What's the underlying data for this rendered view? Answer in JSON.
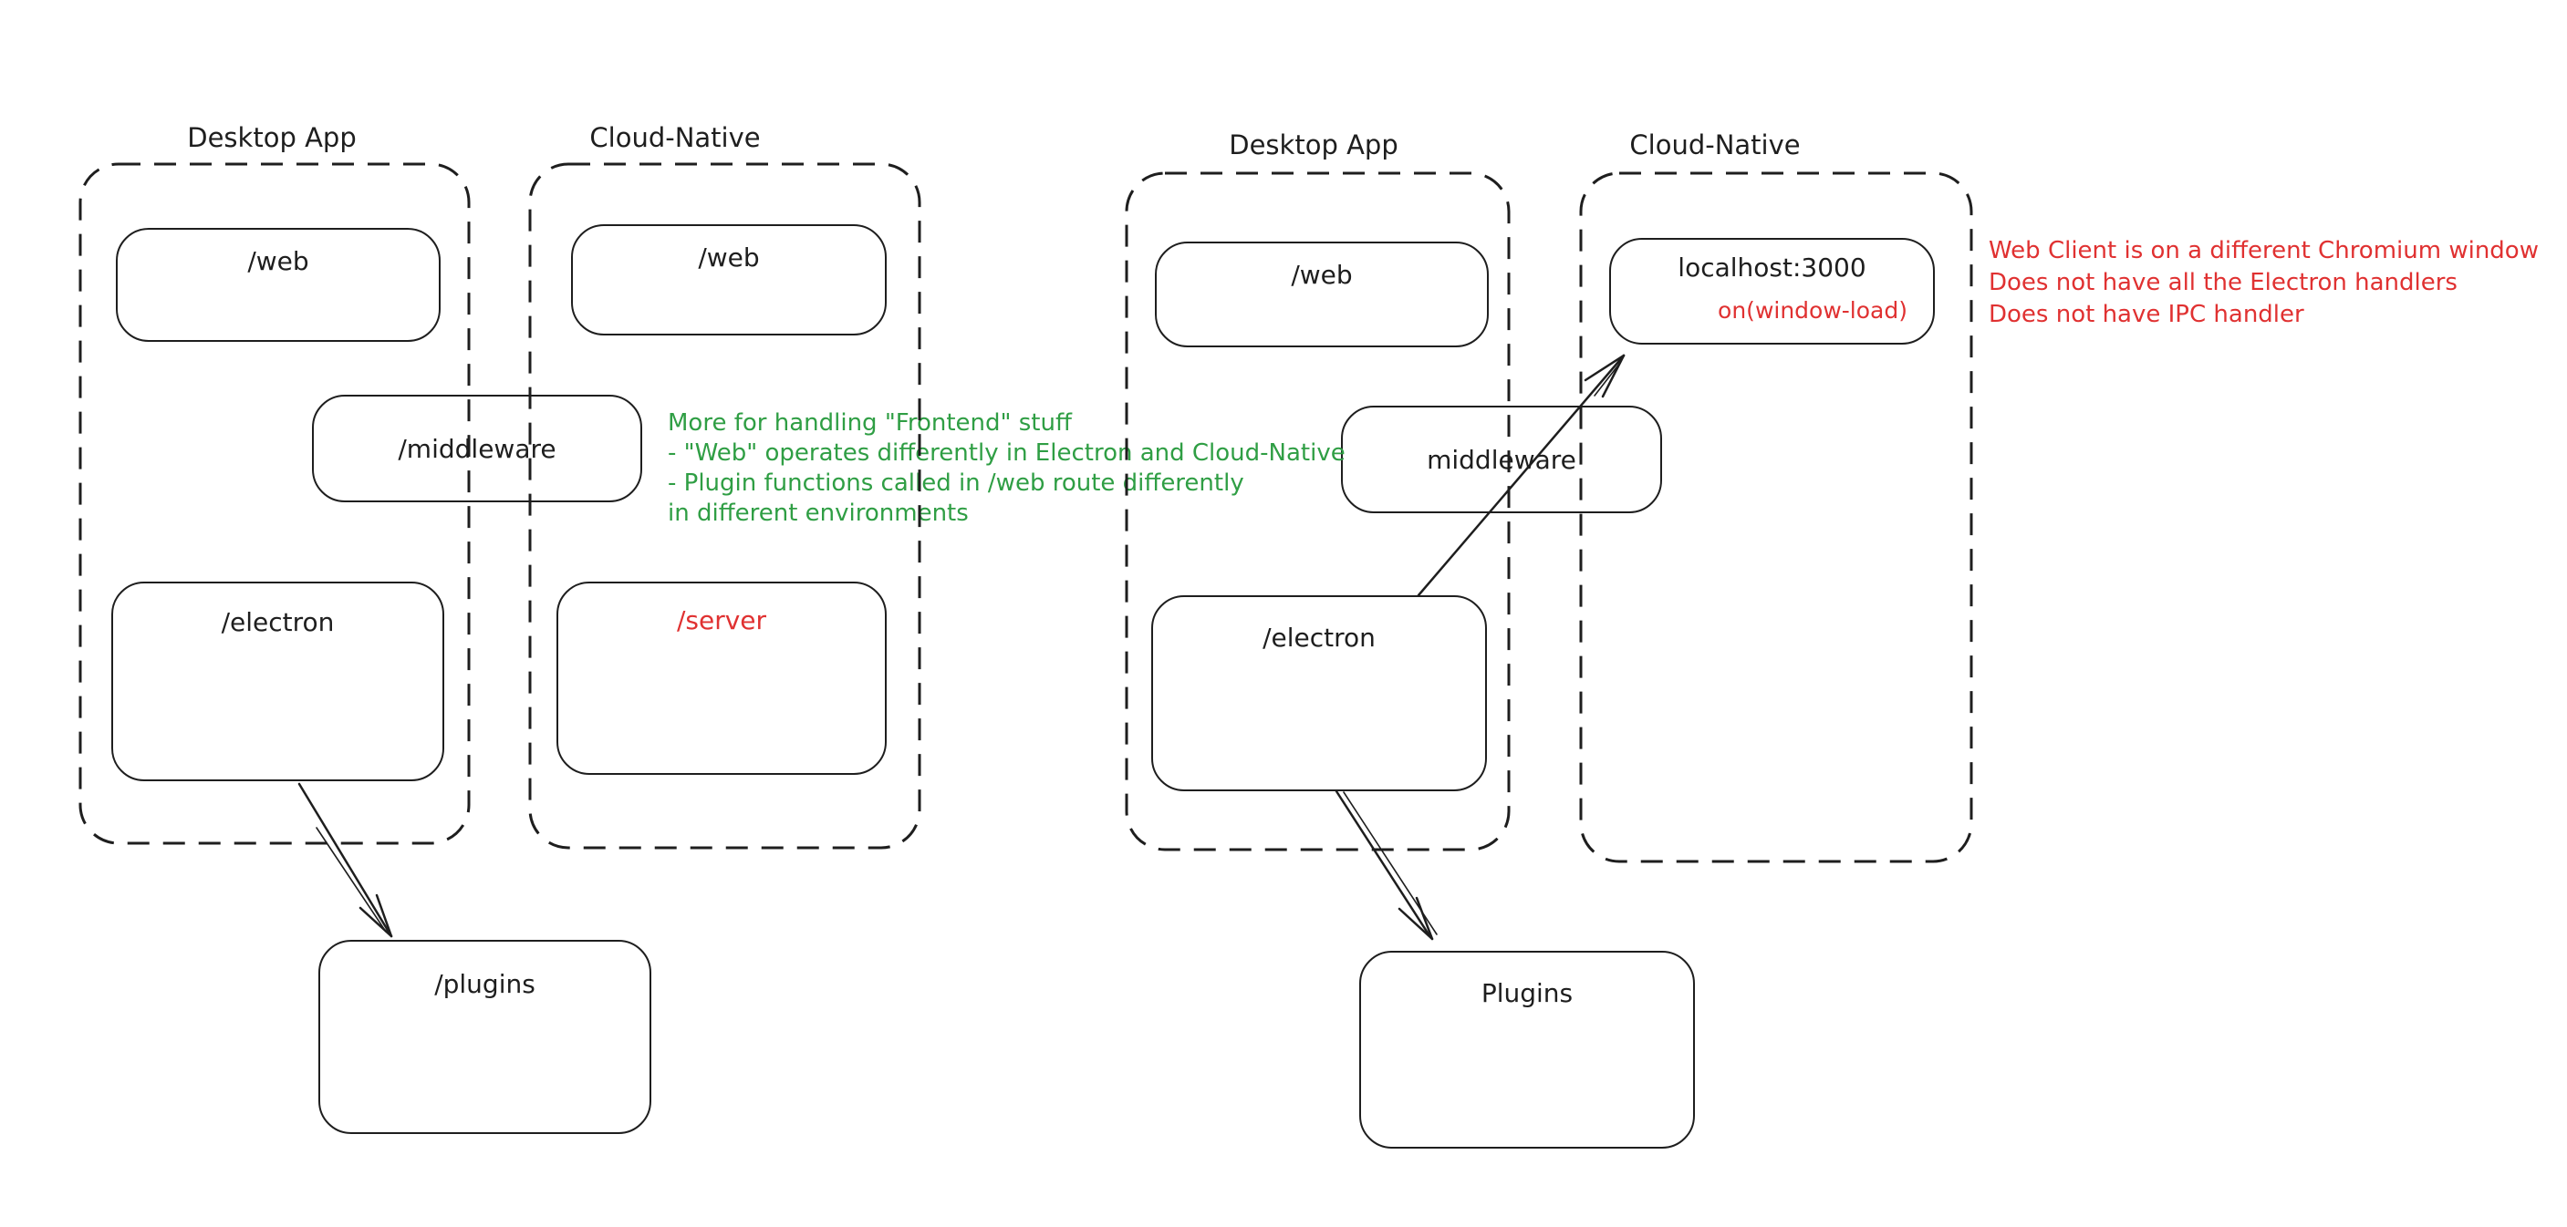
{
  "colors": {
    "stroke": "#1e1e1e",
    "accent_red": "#e03131",
    "accent_green": "#2f9e44",
    "background": "#ffffff"
  },
  "left_diagram": {
    "desktop_app": {
      "label": "Desktop App",
      "web_box_label": "/web",
      "electron_box_label": "/electron"
    },
    "cloud_native": {
      "label": "Cloud-Native",
      "web_box_label": "/web",
      "server_box_label": "/server"
    },
    "middleware_box_label": "/middleware",
    "plugins_box_label": "/plugins",
    "green_note": {
      "lines": [
        "More for handling \"Frontend\" stuff",
        "- \"Web\" operates differently in Electron and Cloud-Native",
        "- Plugin functions called in /web route differently",
        "in different environments"
      ]
    }
  },
  "right_diagram": {
    "desktop_app": {
      "label": "Desktop App",
      "web_box_label": "/web",
      "electron_box_label": "/electron"
    },
    "cloud_native": {
      "label": "Cloud-Native",
      "localhost_box_label": "localhost:3000",
      "localhost_box_sublabel": "on(window-load)"
    },
    "middleware_box_label": "middleware",
    "plugins_box_label": "Plugins",
    "red_note": {
      "lines": [
        "Web Client is on a different Chromium window",
        "Does not have all the Electron handlers",
        "Does not have IPC handler"
      ]
    }
  }
}
